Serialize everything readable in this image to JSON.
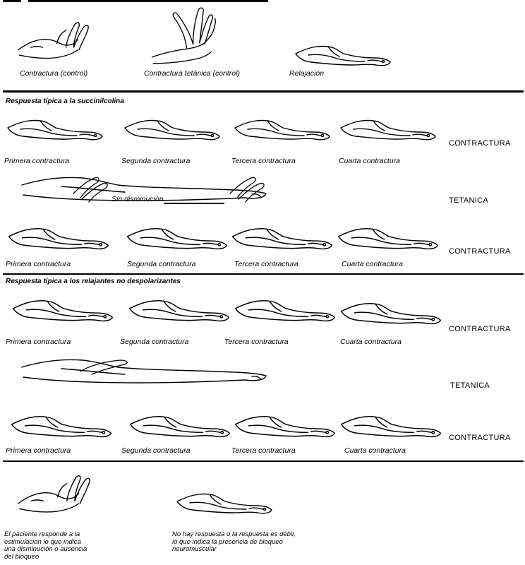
{
  "control": {
    "labels": [
      "Contractura (control)",
      "Contractura tetánica (control)",
      "Relajación"
    ]
  },
  "section1": {
    "title": "Respuesta típica a la succinilcolina",
    "row1_labels": [
      "Primera contractura",
      "Segunda contractura",
      "Tercera contractura",
      "Cuarta contractura"
    ],
    "row1_side": "CONTRACTURA",
    "tetanic_label": "Sin disminución",
    "tetanic_side": "TETANICA",
    "row3_labels": [
      "Primera contractura",
      "Segunda contractura",
      "Tercera contractura",
      "Cuarta contractura"
    ],
    "row3_side": "CONTRACTURA"
  },
  "section2": {
    "title": "Respuesta típica a los relajantes no despolarizantes",
    "row1_labels": [
      "Primera contractura",
      "Segunda contractura",
      "Tercera contractura",
      "Cuarta contractura"
    ],
    "row1_side": "CONTRACTURA",
    "tetanic_side": "TETANICA",
    "row3_labels": [
      "Primera contractura",
      "Segunda contractura",
      "Tercera contractura",
      "Cuarta contractura"
    ],
    "row3_side": "CONTRACTURA"
  },
  "footer": {
    "note_left": "El paciente responde a la\nestimulación lo que indica\nuna disminución o ausencia\ndel bloqueo",
    "note_right": "No hay respuesta o la respuesta es débil,\nlo que indica la presencia de bloqueo\nneuromuscular"
  }
}
